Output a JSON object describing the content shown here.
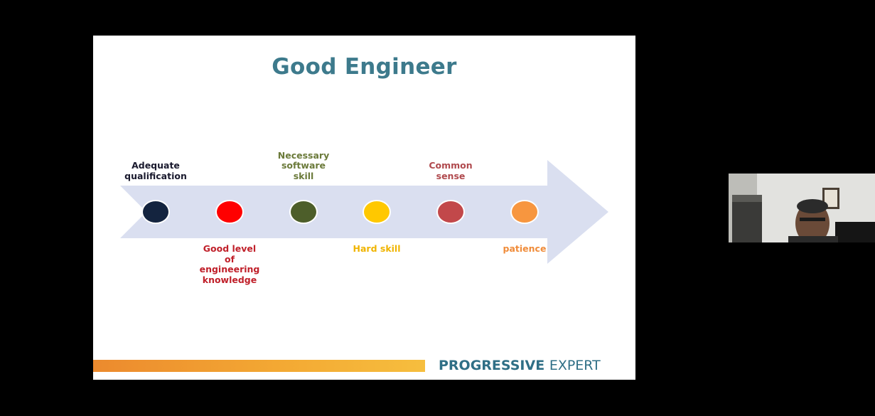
{
  "slide": {
    "title": "Good Engineer",
    "steps": [
      {
        "label": "Adequate qualification",
        "color": "#14243f",
        "label_color": "#1a1a2e",
        "position": "above"
      },
      {
        "label": "Good level of engineering knowledge",
        "color": "#ff0000",
        "label_color": "#c0202a",
        "position": "below"
      },
      {
        "label": "Necessary software skill",
        "color": "#4d5e2a",
        "label_color": "#6b7a3a",
        "position": "above"
      },
      {
        "label": "Hard skill",
        "color": "#ffc800",
        "label_color": "#f0b400",
        "position": "below"
      },
      {
        "label": "Common sense",
        "color": "#c2484a",
        "label_color": "#b04a4e",
        "position": "above"
      },
      {
        "label": "patience",
        "color": "#f7963f",
        "label_color": "#f08c3a",
        "position": "below"
      }
    ],
    "arrow_color": "#dadff0",
    "brand": {
      "part1": "PROGRESSIVE",
      "part2": "EXPERT"
    }
  },
  "webcam": {
    "description_icon": "person-video-icon"
  }
}
